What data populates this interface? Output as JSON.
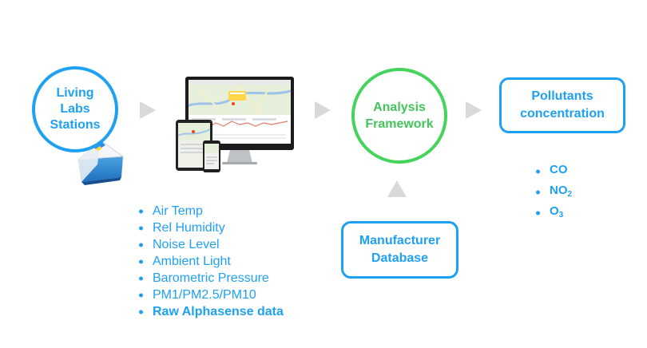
{
  "nodes": {
    "living_labs": {
      "line1": "Living",
      "line2": "Labs",
      "line3": "Stations"
    },
    "analysis": {
      "line1": "Analysis",
      "line2": "Framework"
    },
    "pollutants": {
      "line1": "Pollutants",
      "line2": "concentration"
    },
    "manufacturer": {
      "line1": "Manufacturer",
      "line2": "Database"
    }
  },
  "sensor_list": [
    "Air Temp",
    "Rel Humidity",
    "Noise Level",
    "Ambient Light",
    "Barometric Pressure",
    "PM1/PM2.5/PM10",
    "Raw Alphasense data"
  ],
  "pollutant_list": [
    {
      "base": "CO",
      "sub": ""
    },
    {
      "base": "NO",
      "sub": "2"
    },
    {
      "base": "O",
      "sub": "3"
    }
  ],
  "colors": {
    "blue": "#1ea1f2",
    "green": "#44d35b",
    "arrow": "#d9d9d9"
  },
  "icons": [
    "sensor-station-icon",
    "devices-dashboard-icon"
  ]
}
